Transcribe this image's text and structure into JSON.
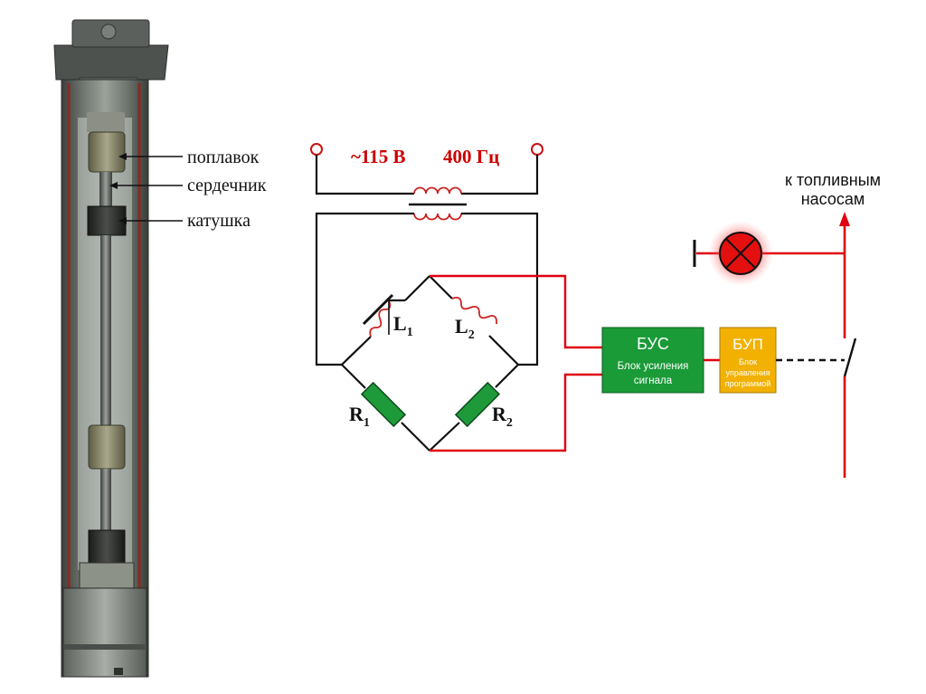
{
  "sensor_labels": {
    "float": "поплавок",
    "core": "сердечник",
    "coil": "катушка"
  },
  "power": {
    "voltage": "~115 В",
    "frequency": "400 Гц"
  },
  "components": {
    "L1": {
      "main": "L",
      "sub": "1"
    },
    "L2": {
      "main": "L",
      "sub": "2"
    },
    "R1": {
      "main": "R",
      "sub": "1"
    },
    "R2": {
      "main": "R",
      "sub": "2"
    }
  },
  "bus_block": {
    "title": "БУС",
    "line1": "Блок усиления",
    "line2": "сигнала"
  },
  "bup_block": {
    "title": "БУП",
    "line1": "Блок",
    "line2": "управления",
    "line3": "программой"
  },
  "pumps_label": {
    "line1": "к топливным",
    "line2": "насосам"
  },
  "colors": {
    "wire_black": "#111111",
    "wire_red": "#e00010",
    "terminal_red": "#cc1111",
    "power_text": "#cc0000",
    "bus_fill": "#1b9a38",
    "bup_fill": "#f2b100",
    "resistor_fill": "#1f9a3a",
    "inductor_red": "#cc2222",
    "lamp_fill": "#e41010"
  }
}
